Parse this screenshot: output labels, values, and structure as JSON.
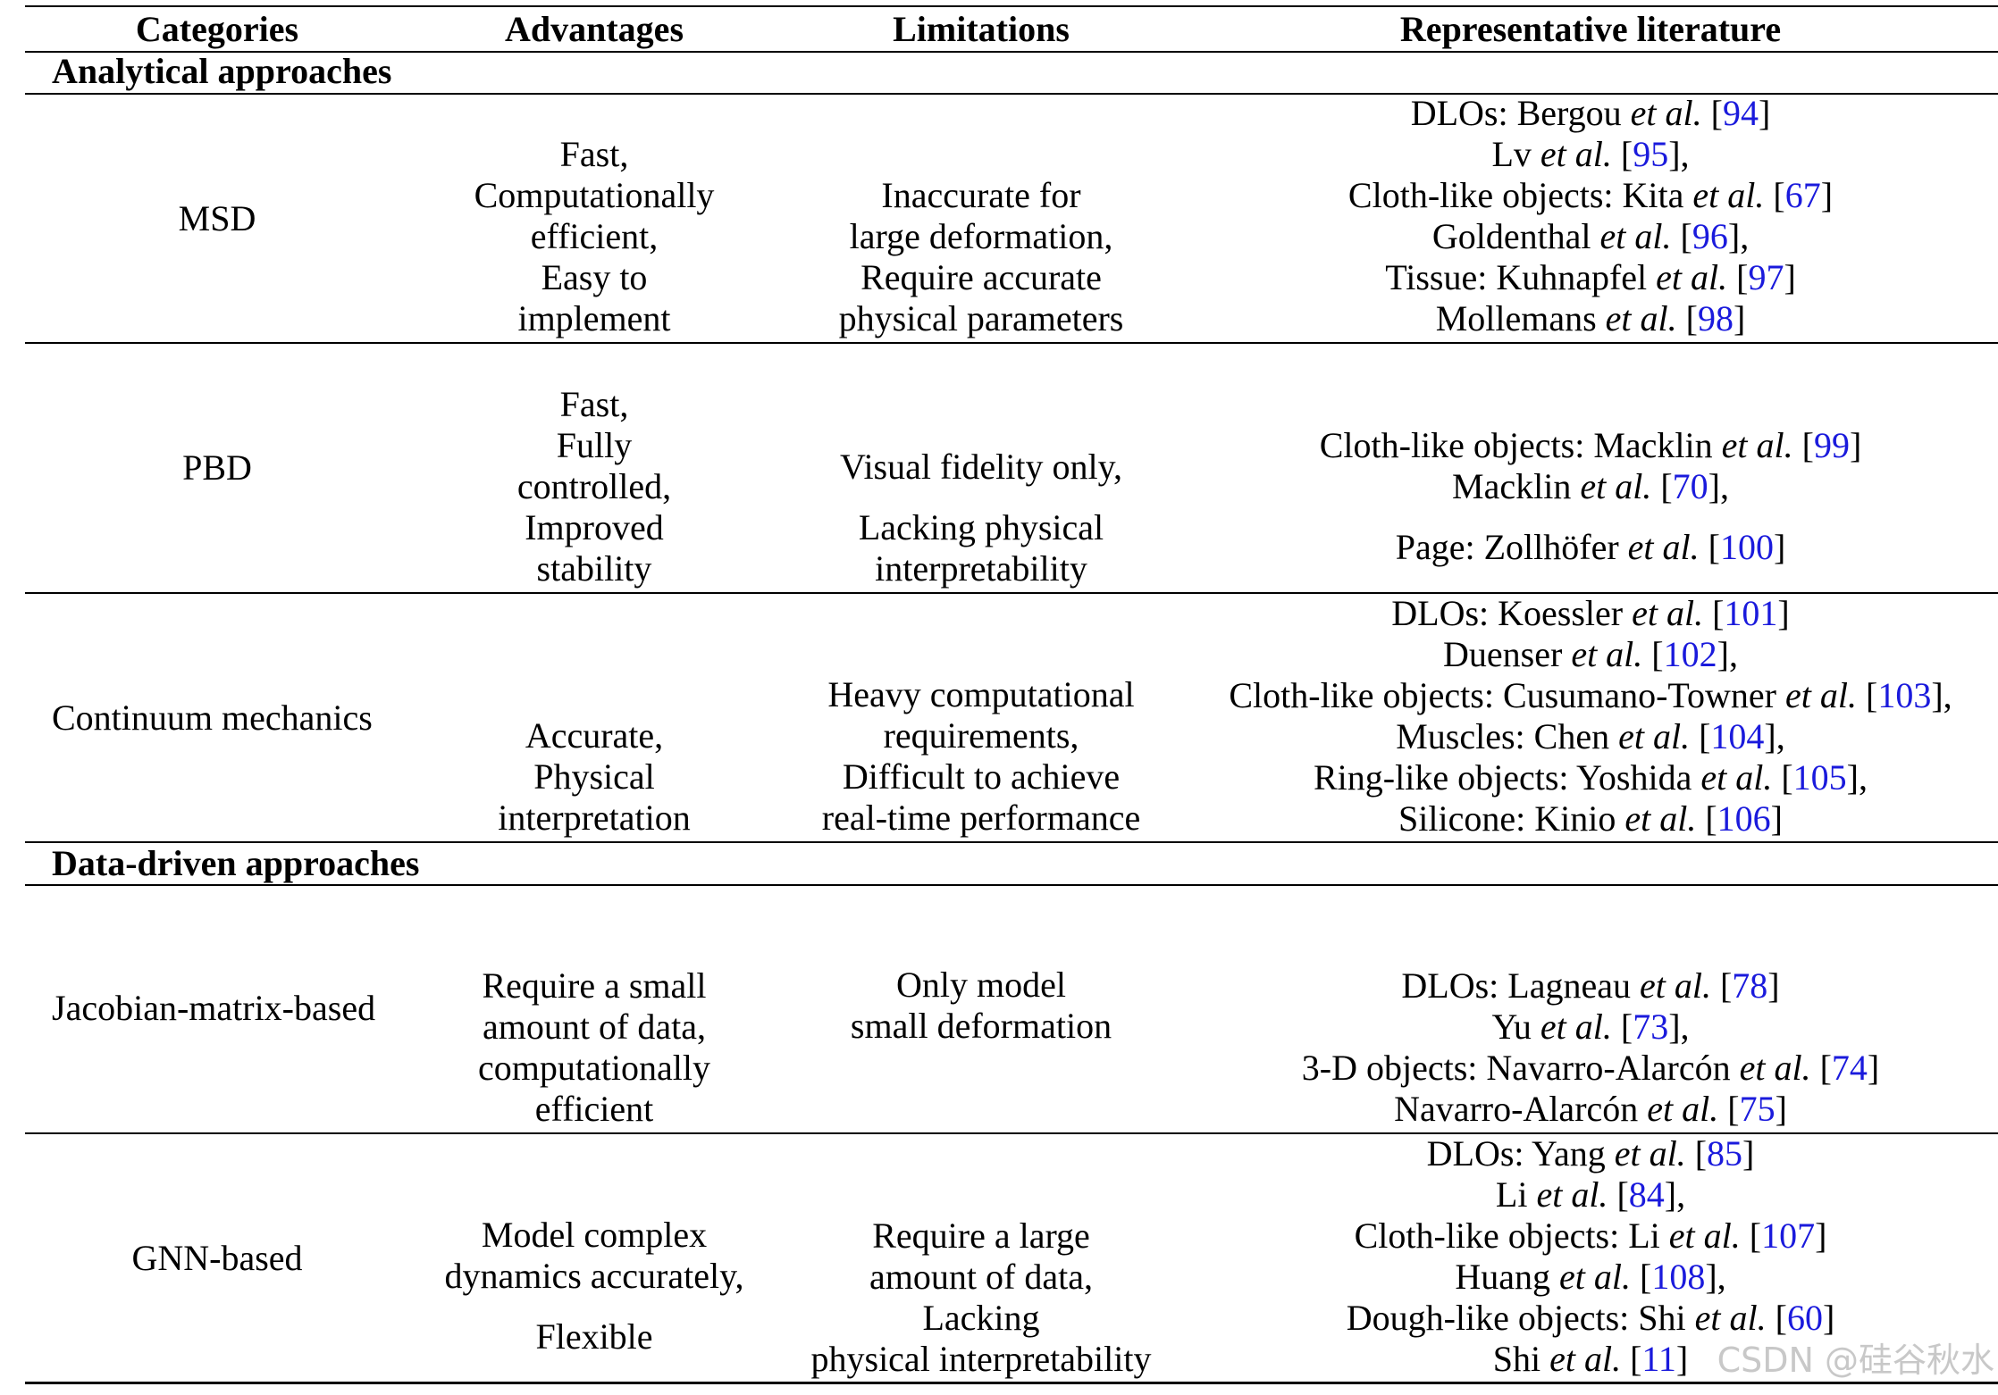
{
  "headers": [
    "Categories",
    "Advantages",
    "Limitations",
    "Representative literature"
  ],
  "sections": {
    "analytical": "Analytical approaches",
    "data_driven": "Data-driven approaches"
  },
  "etal": "et al.",
  "rows": [
    {
      "category": "MSD",
      "advantages": [
        "Fast,",
        "Computationally",
        "efficient,",
        "Easy to",
        "implement"
      ],
      "limitations": [
        "Inaccurate for",
        "large deformation,",
        "Require accurate",
        "physical parameters"
      ],
      "literature": [
        {
          "pre": "DLOs: Bergou ",
          "cite": "94",
          "post": ""
        },
        {
          "pre": "Lv ",
          "cite": "95",
          "post": ","
        },
        {
          "pre": "Cloth-like objects: Kita ",
          "cite": "67",
          "post": ""
        },
        {
          "pre": "Goldenthal ",
          "cite": "96",
          "post": ","
        },
        {
          "pre": "Tissue: Kuhnapfel ",
          "cite": "97",
          "post": ""
        },
        {
          "pre": "Mollemans ",
          "cite": "98",
          "post": ""
        }
      ]
    },
    {
      "category": "PBD",
      "advantages": [
        "Fast,",
        "Fully",
        "controlled,",
        "Improved",
        "stability"
      ],
      "limitations_a": [
        "Visual fidelity only,"
      ],
      "limitations_b": [
        "Lacking physical",
        "interpretability"
      ],
      "literature_a": [
        {
          "pre": "Cloth-like objects: Macklin ",
          "cite": "99",
          "post": ""
        },
        {
          "pre": "Macklin ",
          "cite": "70",
          "post": ","
        }
      ],
      "literature_b": [
        {
          "pre": "Page: Zollhöfer ",
          "cite": "100",
          "post": ""
        }
      ]
    },
    {
      "category": "Continuum mechanics",
      "advantages": [
        "Accurate,",
        "Physical",
        "interpretation"
      ],
      "limitations": [
        "Heavy computational",
        "requirements,",
        "Difficult to achieve",
        "real-time performance"
      ],
      "literature": [
        {
          "pre": "DLOs: Koessler ",
          "cite": "101",
          "post": ""
        },
        {
          "pre": "Duenser ",
          "cite": "102",
          "post": ","
        },
        {
          "pre": "Cloth-like objects: Cusumano-Towner ",
          "cite": "103",
          "post": ","
        },
        {
          "pre": "Muscles: Chen ",
          "cite": "104",
          "post": ","
        },
        {
          "pre": "Ring-like objects: Yoshida ",
          "cite": "105",
          "post": ","
        },
        {
          "pre": "Silicone: Kinio ",
          "cite": "106",
          "post": ""
        }
      ]
    },
    {
      "category": "Jacobian-matrix-based",
      "advantages": [
        "Require a small",
        "amount of data,",
        "computationally",
        "efficient"
      ],
      "limitations": [
        "Only model",
        "small deformation"
      ],
      "literature": [
        {
          "pre": "DLOs: Lagneau ",
          "cite": "78",
          "post": ""
        },
        {
          "pre": "Yu ",
          "cite": "73",
          "post": ","
        },
        {
          "pre": "3-D objects: Navarro-Alarcón ",
          "cite": "74",
          "post": ""
        },
        {
          "pre": "Navarro-Alarcón ",
          "cite": "75",
          "post": ""
        }
      ]
    },
    {
      "category": "GNN-based",
      "advantages_a": [
        "Model complex",
        "dynamics accurately,"
      ],
      "advantages_b": [
        "Flexible"
      ],
      "limitations": [
        "Require a large",
        "amount of data,",
        "Lacking",
        "physical interpretability"
      ],
      "literature": [
        {
          "pre": "DLOs: Yang ",
          "cite": "85",
          "post": ""
        },
        {
          "pre": "Li ",
          "cite": "84",
          "post": ","
        },
        {
          "pre": "Cloth-like objects: Li ",
          "cite": "107",
          "post": ""
        },
        {
          "pre": "Huang ",
          "cite": "108",
          "post": ","
        },
        {
          "pre": "Dough-like objects: Shi ",
          "cite": "60",
          "post": ""
        },
        {
          "pre": "Shi ",
          "cite": "11",
          "post": ""
        }
      ]
    }
  ],
  "watermark": "CSDN @硅谷秋水"
}
